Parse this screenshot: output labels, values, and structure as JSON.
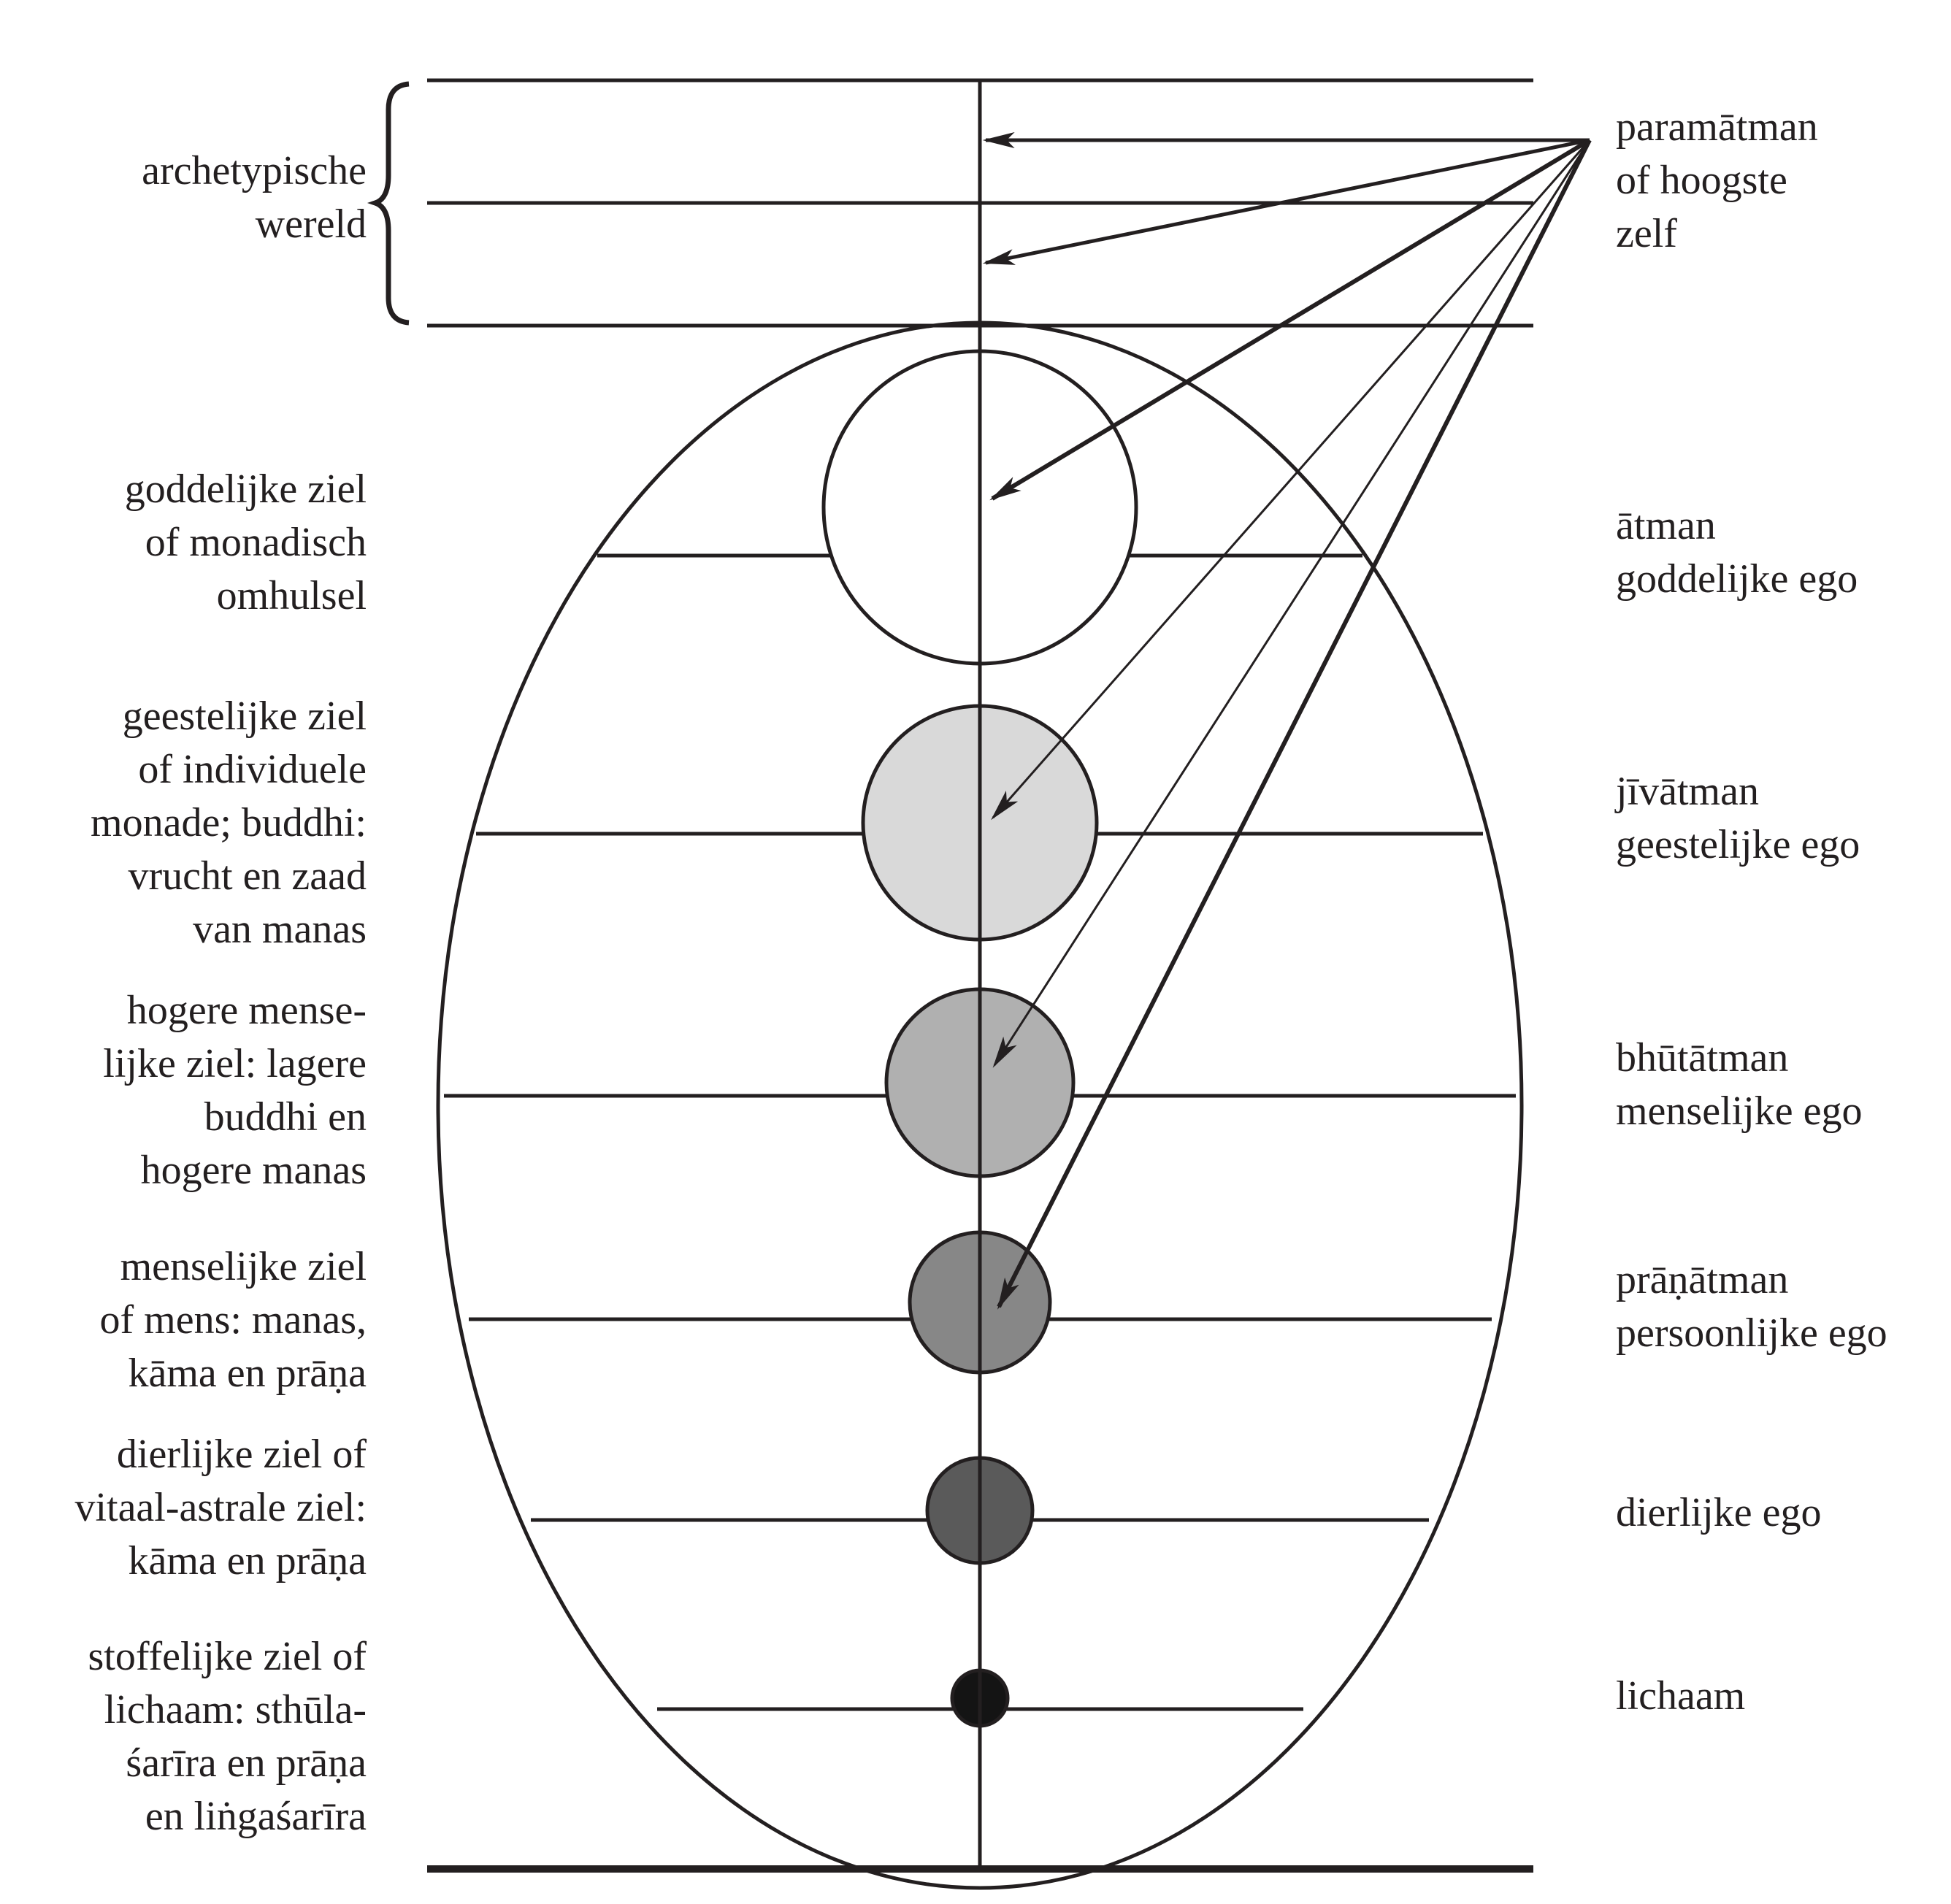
{
  "labels_left": {
    "archetypal": "archetypische\nwereld",
    "divine_soul": "goddelijke ziel\nof monadisch\nomhulsel",
    "spiritual_soul": "geestelijke ziel\nof individuele\nmonade; buddhi:\nvrucht en zaad\nvan manas",
    "higher_human_soul": "hogere mense-\nlijke ziel: lagere\nbuddhi en\nhogere manas",
    "human_soul": "menselijke ziel\nof mens: manas,\nkāma en prāṇa",
    "animal_soul": "dierlijke ziel of\nvitaal-astrale ziel:\nkāma en prāṇa",
    "physical_soul": "stoffelijke ziel of\nlichaam: sthūla-\nśarīra en prāṇa\nen liṅgaśarīra"
  },
  "labels_right": {
    "paramatman": "paramātman\nof hoogste\nzelf",
    "atman": "ātman\ngoddelijke ego",
    "jivatman": "jīvātman\ngeestelijke ego",
    "bhutatman": "bhūtātman\nmenselijke ego",
    "pranatman": "prāṇātman\npersoonlijke ego",
    "animal_ego": "dierlijke ego",
    "body": "lichaam"
  },
  "colors": {
    "stroke": "#231f20",
    "circle_atman": "#ffffff",
    "circle_jivatman": "#d9d9d9",
    "circle_bhutatman": "#b0b0b0",
    "circle_pranatman": "#878787",
    "circle_animal": "#5a5a5a",
    "circle_body": "#141414"
  }
}
